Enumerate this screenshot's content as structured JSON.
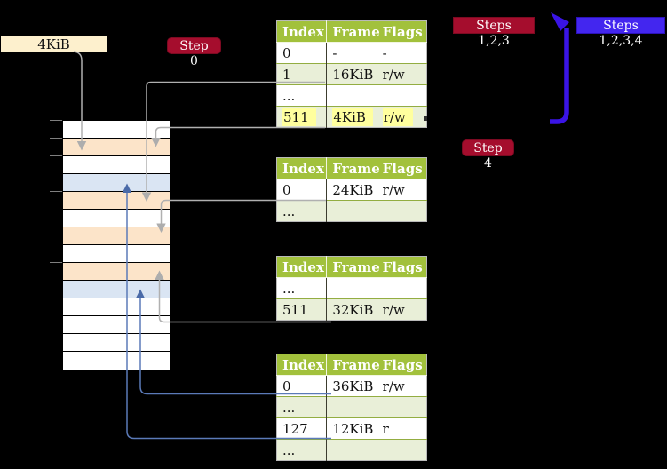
{
  "colors": {
    "bg": "#000000",
    "wheat": "#fdf0cd",
    "crimson": "#a50d2d",
    "crimson-dark": "#7d0a22",
    "badge-blue": "#4326ef",
    "header-green": "#a2c13c",
    "row-green": "#e9efd8",
    "row-white": "#ffffff",
    "highlight-yellow": "#ffff9e",
    "cell-orange": "#fce4c9",
    "cell-blue": "#dae5f3",
    "line-gray": "#b0b0b0",
    "line-blue": "#5b7ab8",
    "arrow-violet": "#3a14e6",
    "table-border": "#b9b9b9",
    "row-line-olive": "#93ad41",
    "col-line-dark": "#3c3c2e",
    "tick-gray": "#7f7f7f"
  },
  "legend": {
    "frame_size_label": "4KiB"
  },
  "badges": {
    "step0": "Step 0",
    "steps123": "Steps 1,2,3",
    "steps1234": "Steps 1,2,3,4",
    "step4": "Step 4"
  },
  "memory_stack": {
    "cells": [
      {
        "type": "free"
      },
      {
        "type": "table"
      },
      {
        "type": "free"
      },
      {
        "type": "page"
      },
      {
        "type": "table"
      },
      {
        "type": "free"
      },
      {
        "type": "table"
      },
      {
        "type": "free"
      },
      {
        "type": "table"
      },
      {
        "type": "page"
      },
      {
        "type": "free"
      },
      {
        "type": "free"
      },
      {
        "type": "free"
      },
      {
        "type": "free"
      }
    ]
  },
  "tables": [
    {
      "name": "page-table-1",
      "headers": [
        "Index",
        "Frame",
        "Flags"
      ],
      "rows": [
        {
          "cells": [
            "0",
            "-",
            "-"
          ],
          "shaded": false,
          "highlighted": false
        },
        {
          "cells": [
            "1",
            "16KiB",
            "r/w"
          ],
          "shaded": true,
          "highlighted": false
        },
        {
          "cells": [
            "...",
            "",
            ""
          ],
          "shaded": false,
          "highlighted": false
        },
        {
          "cells": [
            "511",
            "4KiB",
            "r/w"
          ],
          "shaded": true,
          "highlighted": true
        }
      ]
    },
    {
      "name": "page-table-2",
      "headers": [
        "Index",
        "Frame",
        "Flags"
      ],
      "rows": [
        {
          "cells": [
            "0",
            "24KiB",
            "r/w"
          ],
          "shaded": false,
          "highlighted": false
        },
        {
          "cells": [
            "...",
            "",
            ""
          ],
          "shaded": true,
          "highlighted": false
        }
      ]
    },
    {
      "name": "page-table-3",
      "headers": [
        "Index",
        "Frame",
        "Flags"
      ],
      "rows": [
        {
          "cells": [
            "...",
            "",
            ""
          ],
          "shaded": false,
          "highlighted": false
        },
        {
          "cells": [
            "511",
            "32KiB",
            "r/w"
          ],
          "shaded": true,
          "highlighted": false
        }
      ]
    },
    {
      "name": "page-table-4",
      "headers": [
        "Index",
        "Frame",
        "Flags"
      ],
      "rows": [
        {
          "cells": [
            "0",
            "36KiB",
            "r/w"
          ],
          "shaded": false,
          "highlighted": false
        },
        {
          "cells": [
            "...",
            "",
            ""
          ],
          "shaded": true,
          "highlighted": false
        },
        {
          "cells": [
            "127",
            "12KiB",
            "r"
          ],
          "shaded": false,
          "highlighted": false
        },
        {
          "cells": [
            "...",
            "",
            ""
          ],
          "shaded": true,
          "highlighted": false
        }
      ]
    }
  ]
}
